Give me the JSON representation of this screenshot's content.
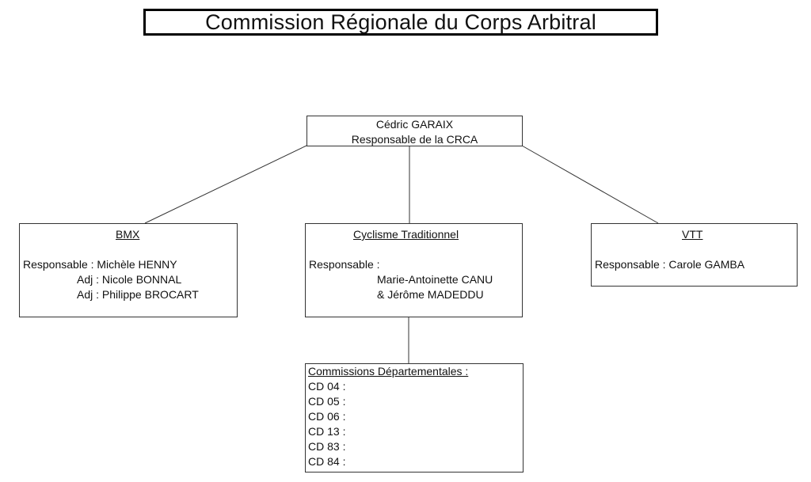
{
  "title": "Commission Régionale du Corps Arbitral",
  "head": {
    "name": "Cédric GARAIX",
    "role": "Responsable de la CRCA"
  },
  "bmx": {
    "heading": "BMX",
    "lines": [
      "Responsable : Michèle HENNY",
      "Adj : Nicole BONNAL",
      "Adj : Philippe BROCART"
    ]
  },
  "traditionnel": {
    "heading": "Cyclisme Traditionnel",
    "label": "Responsable :",
    "names": [
      "Marie-Antoinette CANU",
      "& Jérôme MADEDDU"
    ]
  },
  "vtt": {
    "heading": "VTT",
    "lines": [
      "Responsable : Carole GAMBA"
    ]
  },
  "departementales": {
    "heading": "Commissions Départementales :",
    "items": [
      "CD 04 :",
      "CD 05 :",
      "CD 06 :",
      "CD 13 :",
      "CD 83 :",
      "CD 84 :"
    ]
  }
}
